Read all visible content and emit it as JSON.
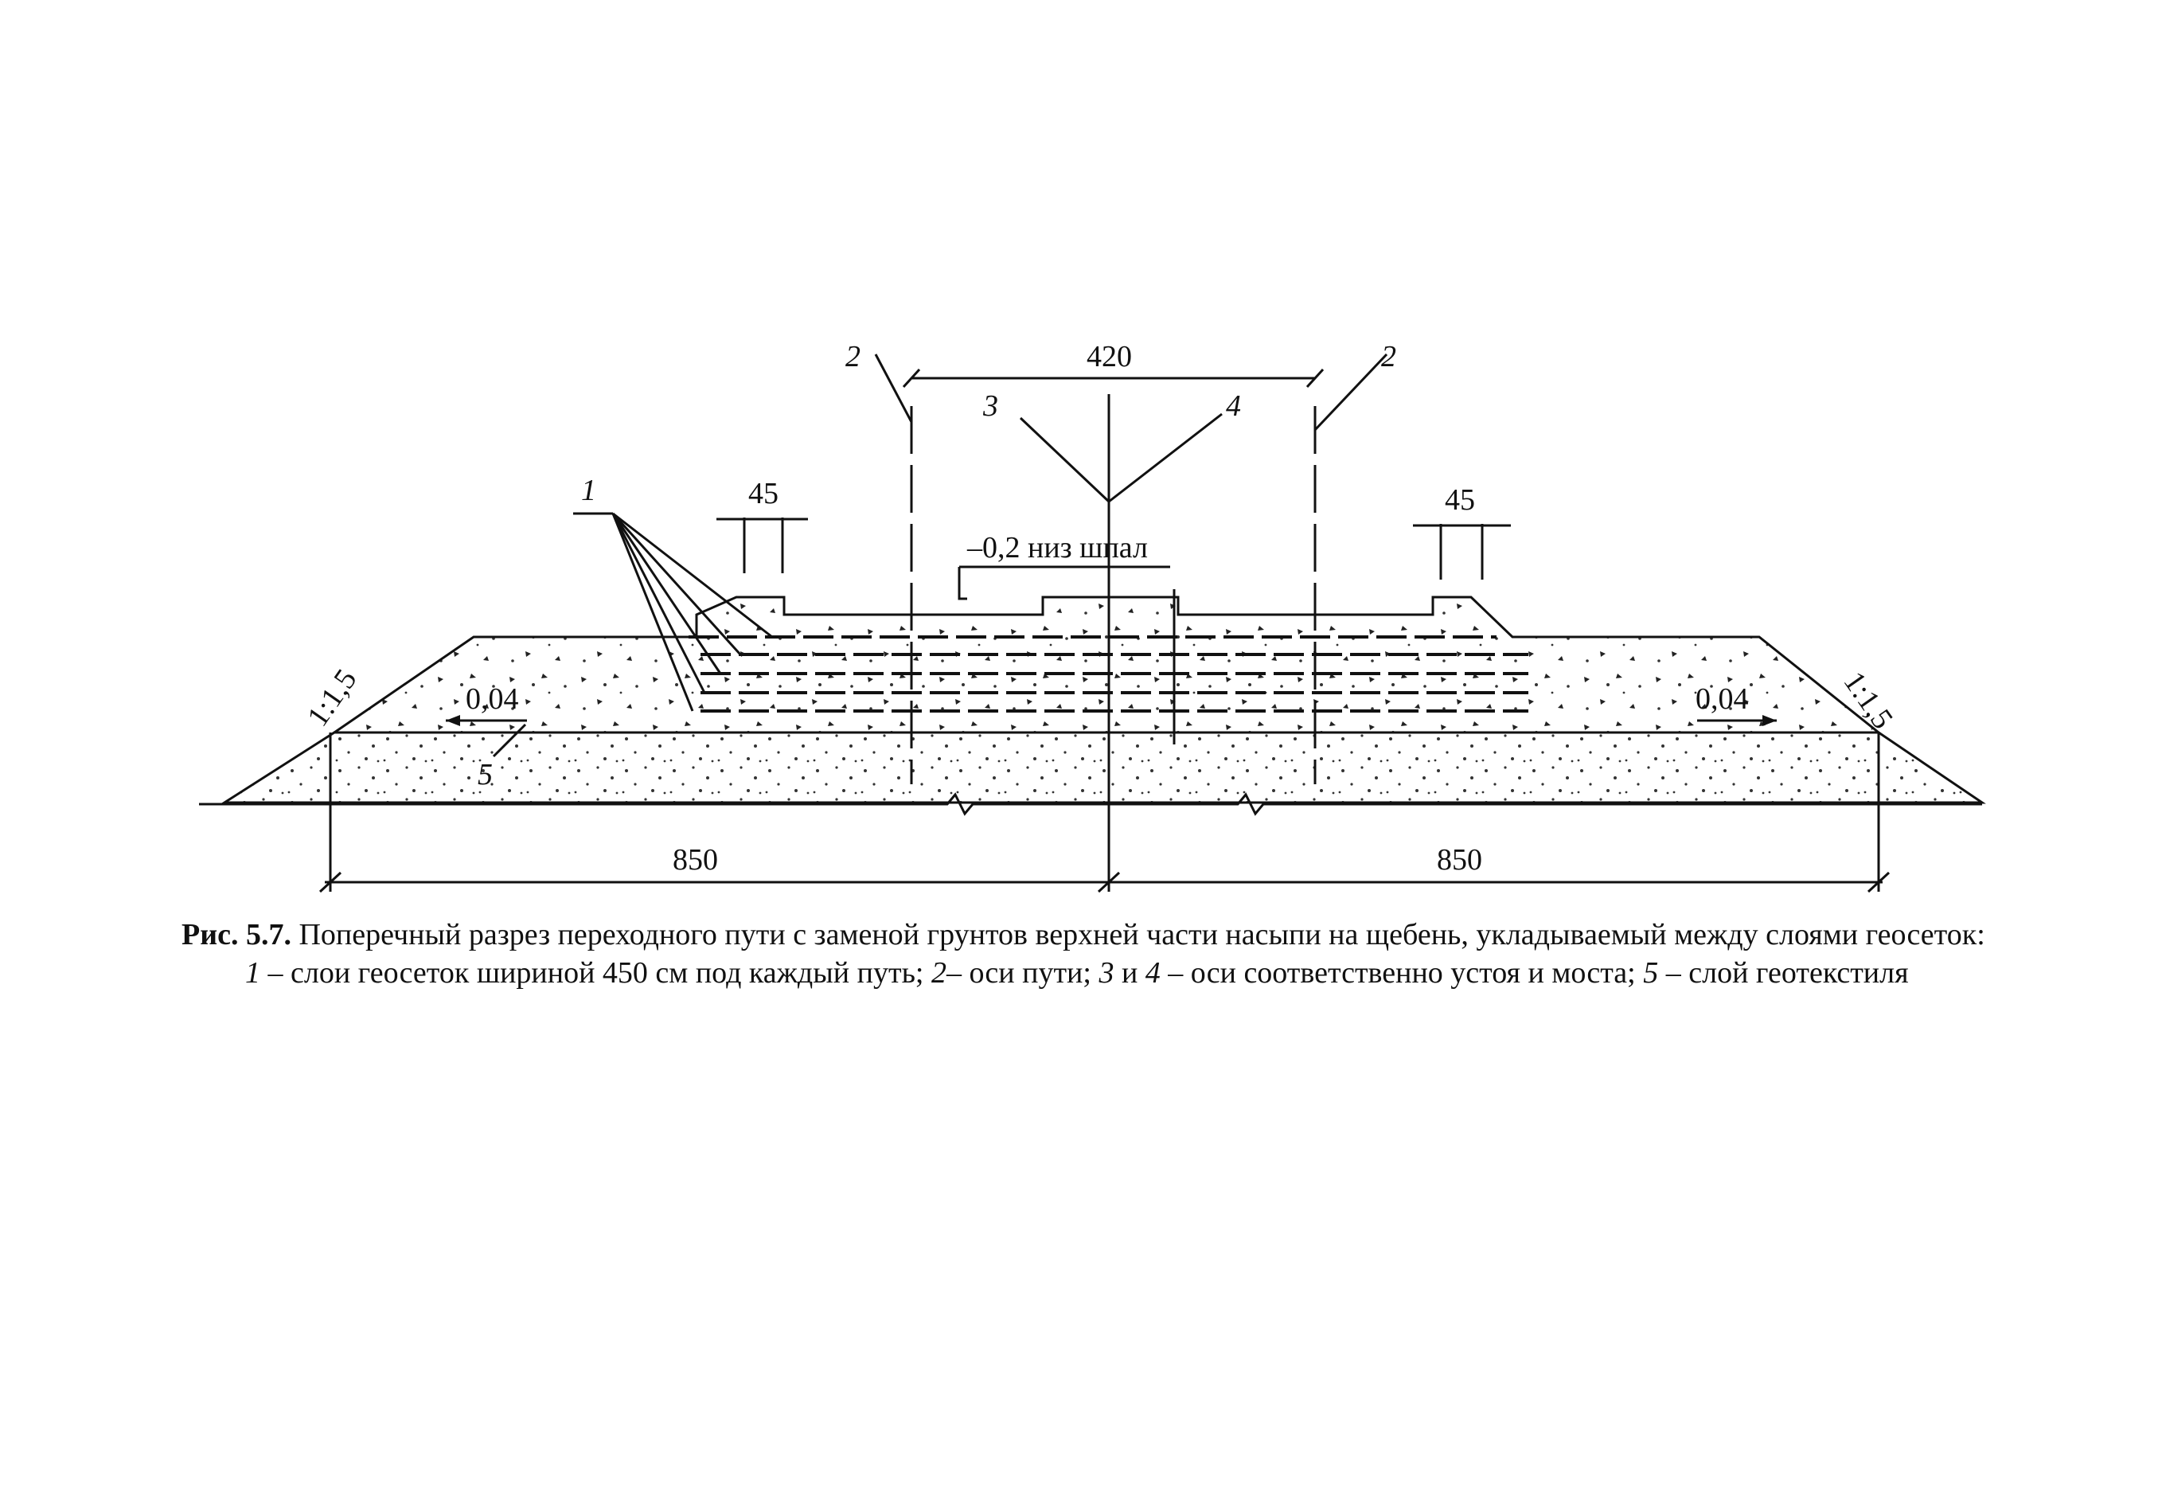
{
  "diagram": {
    "dimensions": {
      "track_spacing": "420",
      "geogrid_offset_left": "45",
      "geogrid_offset_right": "45",
      "half_width_left": "850",
      "half_width_right": "850"
    },
    "level_note": "–0,2 низ шпал",
    "slopes": {
      "left_slope": "1:1,5",
      "right_slope": "1:1,5"
    },
    "crossfall": {
      "left": "0,04",
      "right": "0,04"
    },
    "callouts": {
      "geogrid_layers": "1",
      "track_axis_left": "2",
      "track_axis_right": "2",
      "abutment_axis": "3",
      "bridge_axis": "4",
      "geotextile": "5"
    }
  },
  "caption": {
    "fig_number": "Рис. 5.7.",
    "title": "Поперечный разрез переходного пути с заменой грунтов верхней части насыпи на щебень, укладываемый между слоями геосеток:",
    "legend": [
      {
        "num": "1",
        "text": " – слои геосеток шириной 450 см под каждый путь; "
      },
      {
        "num": "2",
        "text": "– оси пути; "
      },
      {
        "num": "3",
        "text": " и "
      },
      {
        "num": "4",
        "text": " – оси соответственно устоя и моста; "
      },
      {
        "num": "5",
        "text": " – слой геотекстиля"
      }
    ]
  }
}
